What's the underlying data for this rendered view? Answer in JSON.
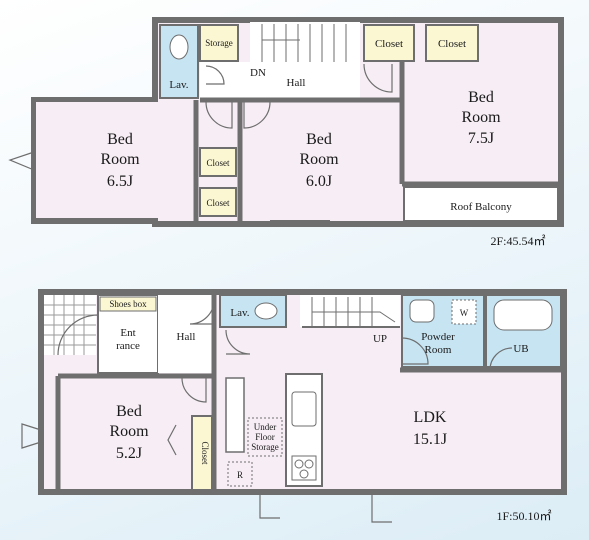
{
  "upper": {
    "area": "2F:45.54㎡",
    "rooms": {
      "bed1_l1": "Bed",
      "bed1_l2": "Room",
      "bed1_l3": "6.5J",
      "bed2_l1": "Bed",
      "bed2_l2": "Room",
      "bed2_l3": "6.0J",
      "bed3_l1": "Bed",
      "bed3_l2": "Room",
      "bed3_l3": "7.5J",
      "hall": "Hall",
      "dn": "DN",
      "lav": "Lav.",
      "storage": "Storage",
      "closet_a": "Closet",
      "closet_b": "Closet",
      "closet_c": "Closet",
      "closet_d": "Closet",
      "roof_balcony": "Roof Balcony"
    }
  },
  "lower": {
    "area": "1F:50.10㎡",
    "rooms": {
      "bed_l1": "Bed",
      "bed_l2": "Room",
      "bed_l3": "5.2J",
      "ldk_l1": "LDK",
      "ldk_l2": "15.1J",
      "entrance_l1": "Ent",
      "entrance_l2": "rance",
      "shoes_box": "Shoes box",
      "hall": "Hall",
      "lav": "Lav.",
      "up": "UP",
      "powder_l1": "Powder",
      "powder_l2": "Room",
      "w": "W",
      "ub": "UB",
      "closet": "Closet",
      "under_l1": "Under",
      "under_l2": "Floor",
      "under_l3": "Storage",
      "r": "R"
    }
  },
  "colors": {
    "wall": "#6e6e6e",
    "room_fill": "#f7eef5",
    "wet_fill": "#c6e4f2",
    "closet_fill": "#fbf7d3",
    "balcony_fill": "#ffffff"
  }
}
